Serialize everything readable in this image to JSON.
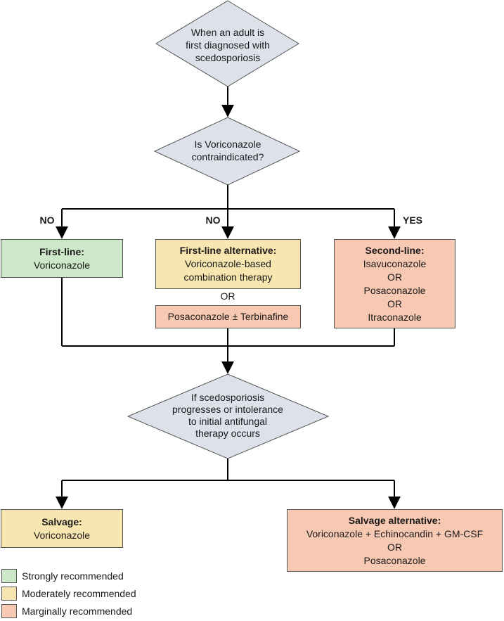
{
  "decisions": {
    "start": [
      "When an adult is",
      "first diagnosed with",
      "scedosporiosis"
    ],
    "contra": [
      "Is Voriconazole",
      "contraindicated?"
    ],
    "progress": [
      "If scedosporiosis",
      "progresses or intolerance",
      "to initial antifungal",
      "therapy occurs"
    ]
  },
  "branches": {
    "left": "NO",
    "middle": "NO",
    "right": "YES"
  },
  "boxes": {
    "first_line": {
      "title": "First-line:",
      "lines": [
        "Voriconazole"
      ]
    },
    "first_alt": {
      "title": "First-line alternative:",
      "lines": [
        "Voriconazole-based",
        "combination therapy"
      ]
    },
    "or_label": "OR",
    "posa_terb": "Posaconazole ± Terbinafine",
    "second_line": {
      "title": "Second-line:",
      "lines": [
        "Isavuconazole",
        "OR",
        "Posaconazole",
        "OR",
        "Itraconazole"
      ]
    },
    "salvage": {
      "title": "Salvage:",
      "lines": [
        "Voriconazole"
      ]
    },
    "salvage_alt": {
      "title": "Salvage alternative:",
      "lines": [
        "Voriconazole + Echinocandin + GM-CSF",
        "OR",
        "Posaconazole"
      ]
    }
  },
  "legend": [
    {
      "label": "Strongly recommended",
      "color": "#cde8c8"
    },
    {
      "label": "Moderately recommended",
      "color": "#f8e6b0"
    },
    {
      "label": "Marginally recommended",
      "color": "#f7c8b2"
    }
  ],
  "colors": {
    "diamond_fill": "#dde1ea",
    "line": "#000000",
    "border": "#555555"
  }
}
